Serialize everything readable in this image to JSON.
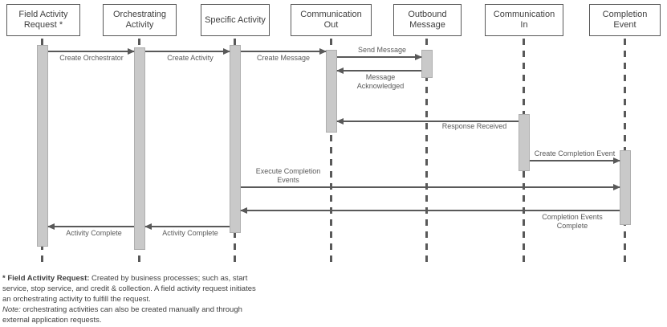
{
  "diagram_type": "sequence-diagram",
  "lifelines": [
    {
      "id": "field-activity-request",
      "label": "Field Activity Request *"
    },
    {
      "id": "orchestrating-activity",
      "label": "Orchestrating Activity"
    },
    {
      "id": "specific-activity",
      "label": "Specific Activity"
    },
    {
      "id": "communication-out",
      "label": "Communication Out"
    },
    {
      "id": "outbound-message",
      "label": "Outbound Message"
    },
    {
      "id": "communication-in",
      "label": "Communication In"
    },
    {
      "id": "completion-event",
      "label": "Completion Event"
    }
  ],
  "messages": [
    {
      "label": "Create Orchestrator",
      "from": "Field Activity Request",
      "to": "Orchestrating Activity",
      "direction": "right"
    },
    {
      "label": "Create Activity",
      "from": "Orchestrating Activity",
      "to": "Specific Activity",
      "direction": "right"
    },
    {
      "label": "Create Message",
      "from": "Specific Activity",
      "to": "Communication Out",
      "direction": "right"
    },
    {
      "label": "Send Message",
      "from": "Communication Out",
      "to": "Outbound Message",
      "direction": "right"
    },
    {
      "label": "Message Acknowledged",
      "from": "Outbound Message",
      "to": "Communication Out",
      "direction": "left"
    },
    {
      "label": "Response Received",
      "from": "Communication In",
      "to": "Communication Out",
      "direction": "left"
    },
    {
      "label": "Create Completion Event",
      "from": "Communication In",
      "to": "Completion Event",
      "direction": "right"
    },
    {
      "label": "Execute Completion Events",
      "from": "Specific Activity",
      "to": "Completion Event",
      "direction": "right"
    },
    {
      "label": "Completion Events Complete",
      "from": "Completion Event",
      "to": "Specific Activity",
      "direction": "left"
    },
    {
      "label": "Activity Complete",
      "from": "Orchestrating Activity",
      "to": "Field Activity Request",
      "direction": "left"
    },
    {
      "label": "Activity Complete",
      "from": "Specific Activity",
      "to": "Orchestrating Activity",
      "direction": "left"
    }
  ],
  "footnote": {
    "lead_bold": "* Field Activity Request:",
    "lead_rest": " Created by business processes; such as, start service, stop service, and credit & collection. A field activity request initiates an orchestrating activity to fulfill the request.",
    "note_italic": "Note:",
    "note_rest": " orchestrating activities can also be created manually and through external application requests."
  },
  "colors": {
    "activation_fill": "#c9c9c9",
    "activation_border": "#aeaeae",
    "line": "#595959",
    "header_text": "#404040",
    "label_text": "#595959",
    "background": "#ffffff"
  }
}
